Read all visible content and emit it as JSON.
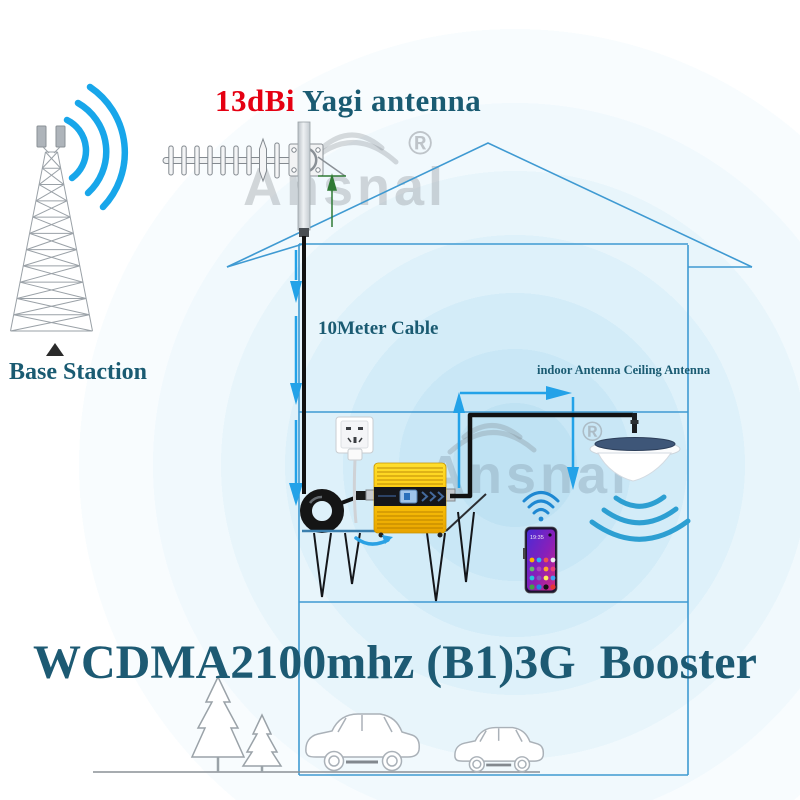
{
  "header": {
    "gain": "13dBi",
    "antenna_title": " Yagi antenna"
  },
  "labels": {
    "base_station": "Base Staction",
    "cable": "10Meter Cable",
    "indoor_antenna": "indoor Antenna Ceiling Antenna",
    "product_title": "WCDMA2100mhz (B1)3G  Booster"
  },
  "watermark": {
    "brand": "Ansnal",
    "registered": "®"
  },
  "phone": {
    "time": "19:35"
  },
  "colors": {
    "accent_red": "#e50012",
    "teal_text": "#1a5b72",
    "house_blue": "#3f9ad2",
    "signal_blue": "#23a2e8",
    "booster_yellow": "#ffcf00"
  }
}
